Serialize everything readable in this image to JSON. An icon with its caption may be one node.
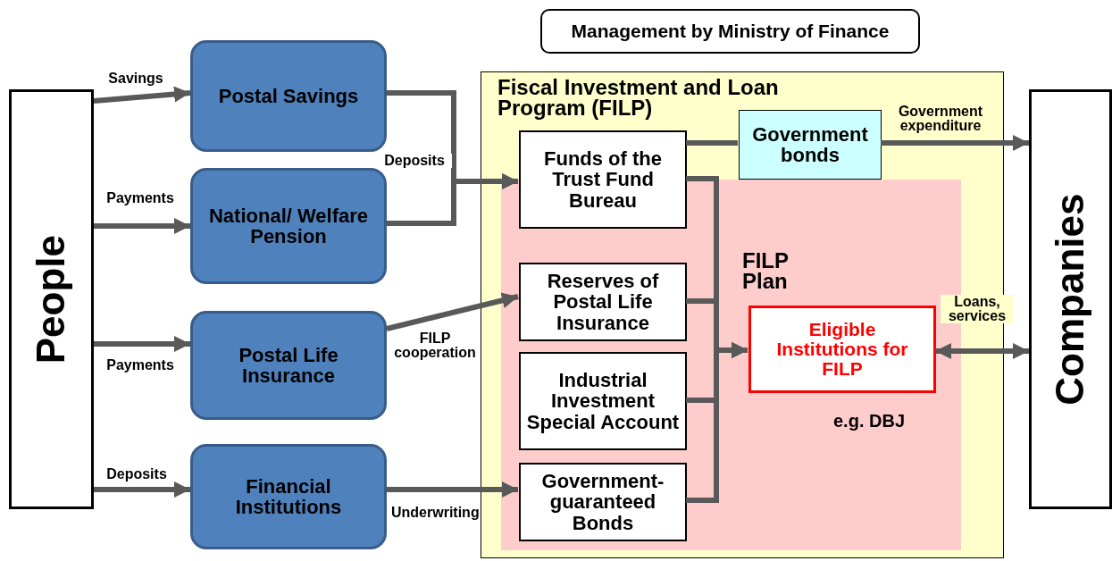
{
  "diagram": {
    "nodes": [
      {
        "text": [
          "Management by Ministry of Finance"
        ]
      },
      {
        "text": [
          "People"
        ]
      },
      {
        "text": [
          "Postal Savings"
        ]
      },
      {
        "text": [
          "National/ Welfare Pension"
        ]
      },
      {
        "text": [
          "Postal Life Insurance"
        ]
      },
      {
        "text": [
          "Financial Institutions"
        ]
      },
      {
        "text": [
          "Fiscal Investment and Loan Program (FILP)"
        ]
      },
      {
        "text": [
          "FILP Plan"
        ],
        "in": 6
      },
      {
        "text": [
          "Funds of the Trust Fund Bureau"
        ],
        "in": 6
      },
      {
        "text": [
          "Government bonds"
        ],
        "in": 6
      },
      {
        "text": [
          "Reserves of Postal Life Insurance"
        ],
        "in": 7
      },
      {
        "text": [
          "Industrial Investment Special Account"
        ],
        "in": 7
      },
      {
        "text": [
          "Government-guaranteed Bonds"
        ],
        "in": 7
      },
      {
        "text": [
          "Eligible Institutions for FILP"
        ],
        "in": 7,
        "beside": [
          "e.g. DBJ"
        ]
      },
      {
        "text": [
          "Companies"
        ]
      }
    ],
    "edges": [
      {
        "from": 1,
        "to": 2,
        "arrow": "to",
        "label": "Savings"
      },
      {
        "from": 1,
        "to": 3,
        "arrow": "to",
        "label": "Payments"
      },
      {
        "from": 1,
        "to": 4,
        "arrow": "to",
        "label": "Payments"
      },
      {
        "from": 1,
        "to": 5,
        "arrow": "to",
        "label": "Deposits"
      },
      {
        "from": 2,
        "to": 8,
        "arrow": "to"
      },
      {
        "from": 3,
        "to": 8,
        "arrow": "to",
        "label": "Deposits"
      },
      {
        "from": 4,
        "to": 10,
        "arrow": "to",
        "label": "FILP cooperation"
      },
      {
        "from": 5,
        "to": 12,
        "arrow": "to",
        "label": "Underwriting"
      },
      {
        "from": 8,
        "to": 9,
        "arrow": "none"
      },
      {
        "from": 9,
        "to": 14,
        "arrow": "to",
        "label": "Government expenditure"
      },
      {
        "from": 8,
        "to": 13,
        "arrow": "to"
      },
      {
        "from": 10,
        "to": 13,
        "arrow": "to"
      },
      {
        "from": 11,
        "to": 13,
        "arrow": "to"
      },
      {
        "from": 12,
        "to": 13,
        "arrow": "to"
      },
      {
        "from": 13,
        "to": 14,
        "arrow": "both",
        "label": "Loans, services"
      }
    ]
  }
}
